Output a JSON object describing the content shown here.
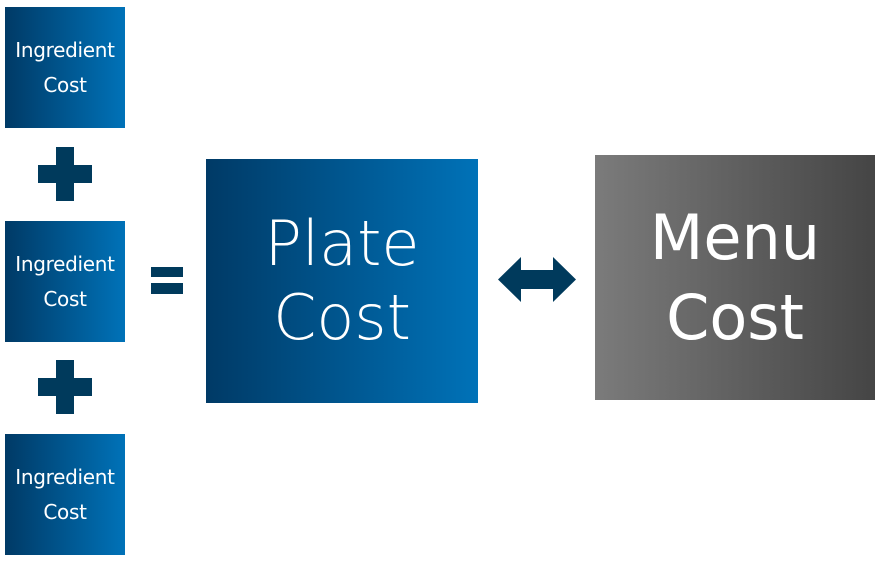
{
  "diagram": {
    "ingredients": [
      {
        "line1": "Ingredient",
        "line2": "Cost"
      },
      {
        "line1": "Ingredient",
        "line2": "Cost"
      },
      {
        "line1": "Ingredient",
        "line2": "Cost"
      }
    ],
    "operators": {
      "plus": "+",
      "equals": "=",
      "bidirectional": "↔"
    },
    "plate": {
      "line1": "Plate",
      "line2": "Cost"
    },
    "menu": {
      "line1": "Menu",
      "line2": "Cost"
    },
    "colors": {
      "blue_dark": "#003a66",
      "blue_light": "#0072b8",
      "gray_light": "#7b7b7b",
      "gray_dark": "#454545",
      "symbol": "#003a5c",
      "text": "#ffffff"
    }
  }
}
